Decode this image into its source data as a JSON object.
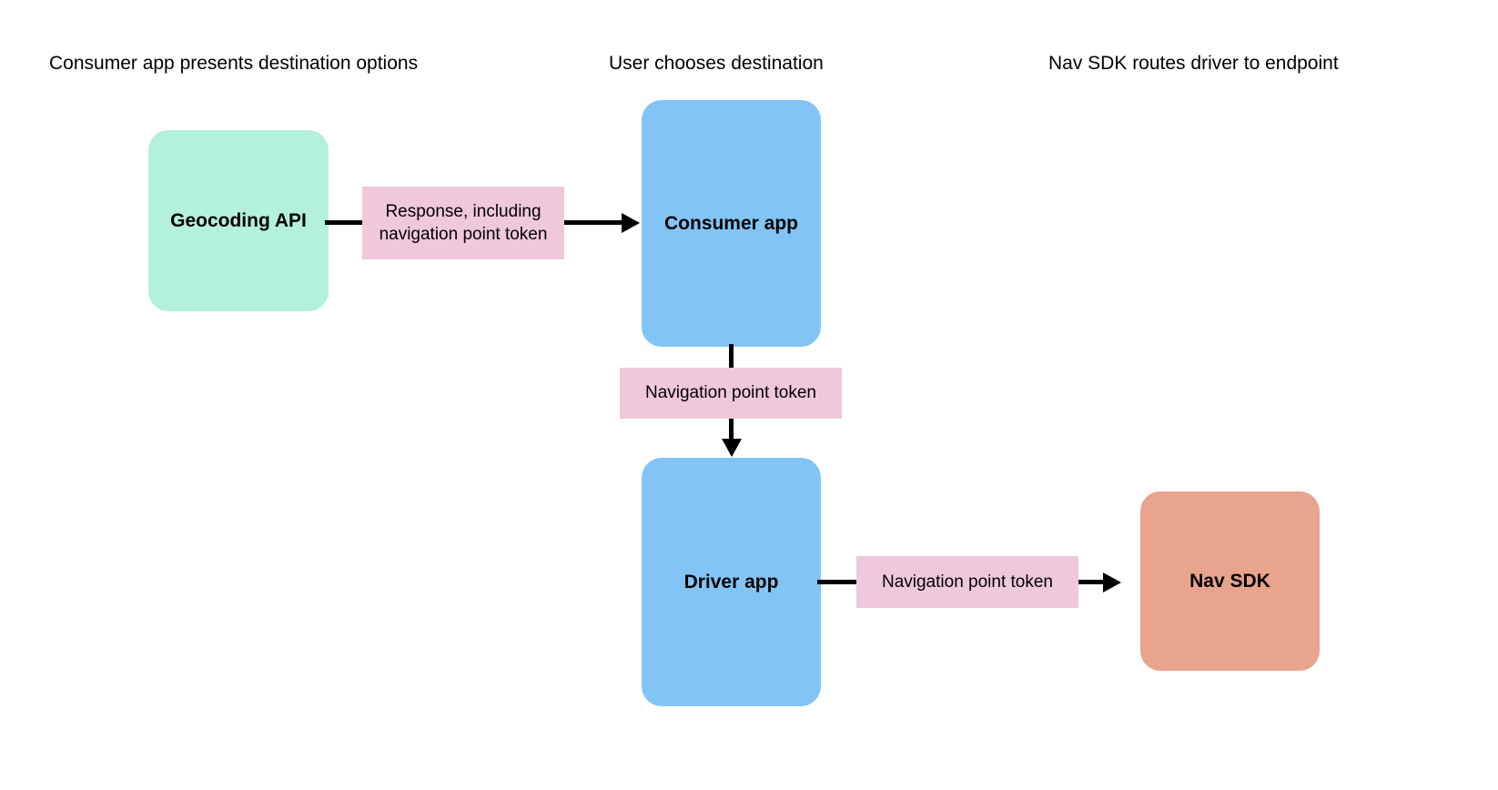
{
  "diagram": {
    "title_row": [
      {
        "id": "consumer",
        "label": "Consumer app presents destination options"
      },
      {
        "id": "user",
        "label": "User chooses destination"
      },
      {
        "id": "navsdk",
        "label": "Nav SDK routes driver to endpoint"
      }
    ],
    "nodes": [
      {
        "id": "geocoding-api",
        "label": "Geocoding API",
        "color": "#b4f0de",
        "shape": "rounded-rect"
      },
      {
        "id": "consumer-app",
        "label": "Consumer app",
        "color": "#82c4f5",
        "shape": "rounded-rect"
      },
      {
        "id": "driver-app",
        "label": "Driver app",
        "color": "#82c4f5",
        "shape": "rounded-rect"
      },
      {
        "id": "nav-sdk",
        "label": "Nav SDK",
        "color": "#e8a48c",
        "shape": "rounded-rect"
      }
    ],
    "edges": [
      {
        "id": "geocoding-to-consumer",
        "from": "geocoding-api",
        "to": "consumer-app",
        "label": "Response, including navigation point token",
        "label_color": "#efc8dc",
        "direction": "right"
      },
      {
        "id": "consumer-to-driver",
        "from": "consumer-app",
        "to": "driver-app",
        "label": "Navigation point token",
        "label_color": "#efc8dc",
        "direction": "down"
      },
      {
        "id": "driver-to-navsdk",
        "from": "driver-app",
        "to": "nav-sdk",
        "label": "Navigation point token",
        "label_color": "#efc8dc",
        "direction": "right"
      }
    ],
    "colors": {
      "background": "#ffffff",
      "connector": "#000000",
      "text": "#000000",
      "mint": "#b4f0de",
      "blue": "#82c4f5",
      "salmon": "#e8a48c",
      "pink": "#efc8dc"
    }
  }
}
